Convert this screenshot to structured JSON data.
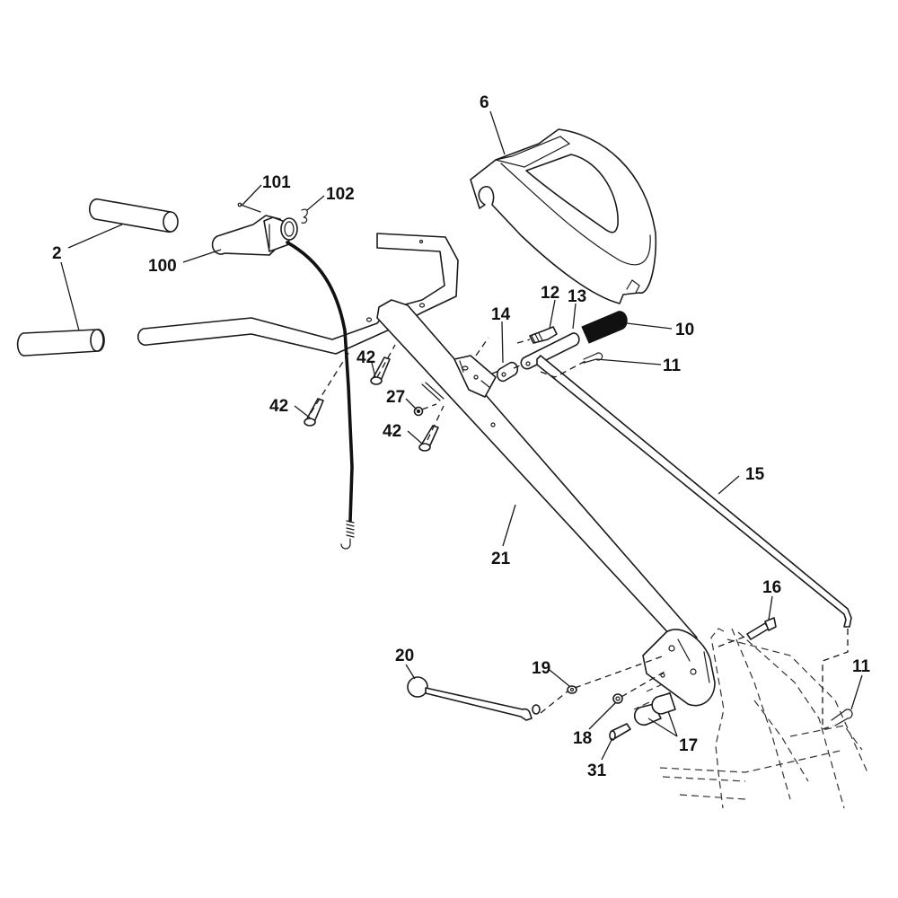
{
  "diagram": {
    "type": "exploded-parts-diagram",
    "colors": {
      "line": "#1a1a1a",
      "background": "#ffffff"
    },
    "callouts": [
      {
        "id": "callout-6",
        "text": "6",
        "part": "console-cover"
      },
      {
        "id": "callout-101",
        "text": "101",
        "part": "cable-pin"
      },
      {
        "id": "callout-102",
        "text": "102",
        "part": "spring-clip"
      },
      {
        "id": "callout-2-a",
        "text": "2",
        "part": "handle-grip"
      },
      {
        "id": "callout-100",
        "text": "100",
        "part": "control-lever-assembly"
      },
      {
        "id": "callout-12",
        "text": "12",
        "part": "shoulder-bolt"
      },
      {
        "id": "callout-13",
        "text": "13",
        "part": "shift-lever"
      },
      {
        "id": "callout-10",
        "text": "10",
        "part": "lever-grip"
      },
      {
        "id": "callout-14",
        "text": "14",
        "part": "spacer"
      },
      {
        "id": "callout-11-a",
        "text": "11",
        "part": "hairpin-cotter"
      },
      {
        "id": "callout-42-a",
        "text": "42",
        "part": "screw"
      },
      {
        "id": "callout-42-b",
        "text": "42",
        "part": "screw"
      },
      {
        "id": "callout-27",
        "text": "27",
        "part": "nut"
      },
      {
        "id": "callout-42-c",
        "text": "42",
        "part": "screw"
      },
      {
        "id": "callout-15",
        "text": "15",
        "part": "shift-rod"
      },
      {
        "id": "callout-21",
        "text": "21",
        "part": "handle-tube"
      },
      {
        "id": "callout-16",
        "text": "16",
        "part": "bolt"
      },
      {
        "id": "callout-20",
        "text": "20",
        "part": "knob-rod"
      },
      {
        "id": "callout-19",
        "text": "19",
        "part": "washer"
      },
      {
        "id": "callout-11-b",
        "text": "11",
        "part": "hairpin-cotter"
      },
      {
        "id": "callout-18",
        "text": "18",
        "part": "lock-nut"
      },
      {
        "id": "callout-17",
        "text": "17",
        "part": "rubber-bumper"
      },
      {
        "id": "callout-31",
        "text": "31",
        "part": "bolt"
      }
    ]
  }
}
